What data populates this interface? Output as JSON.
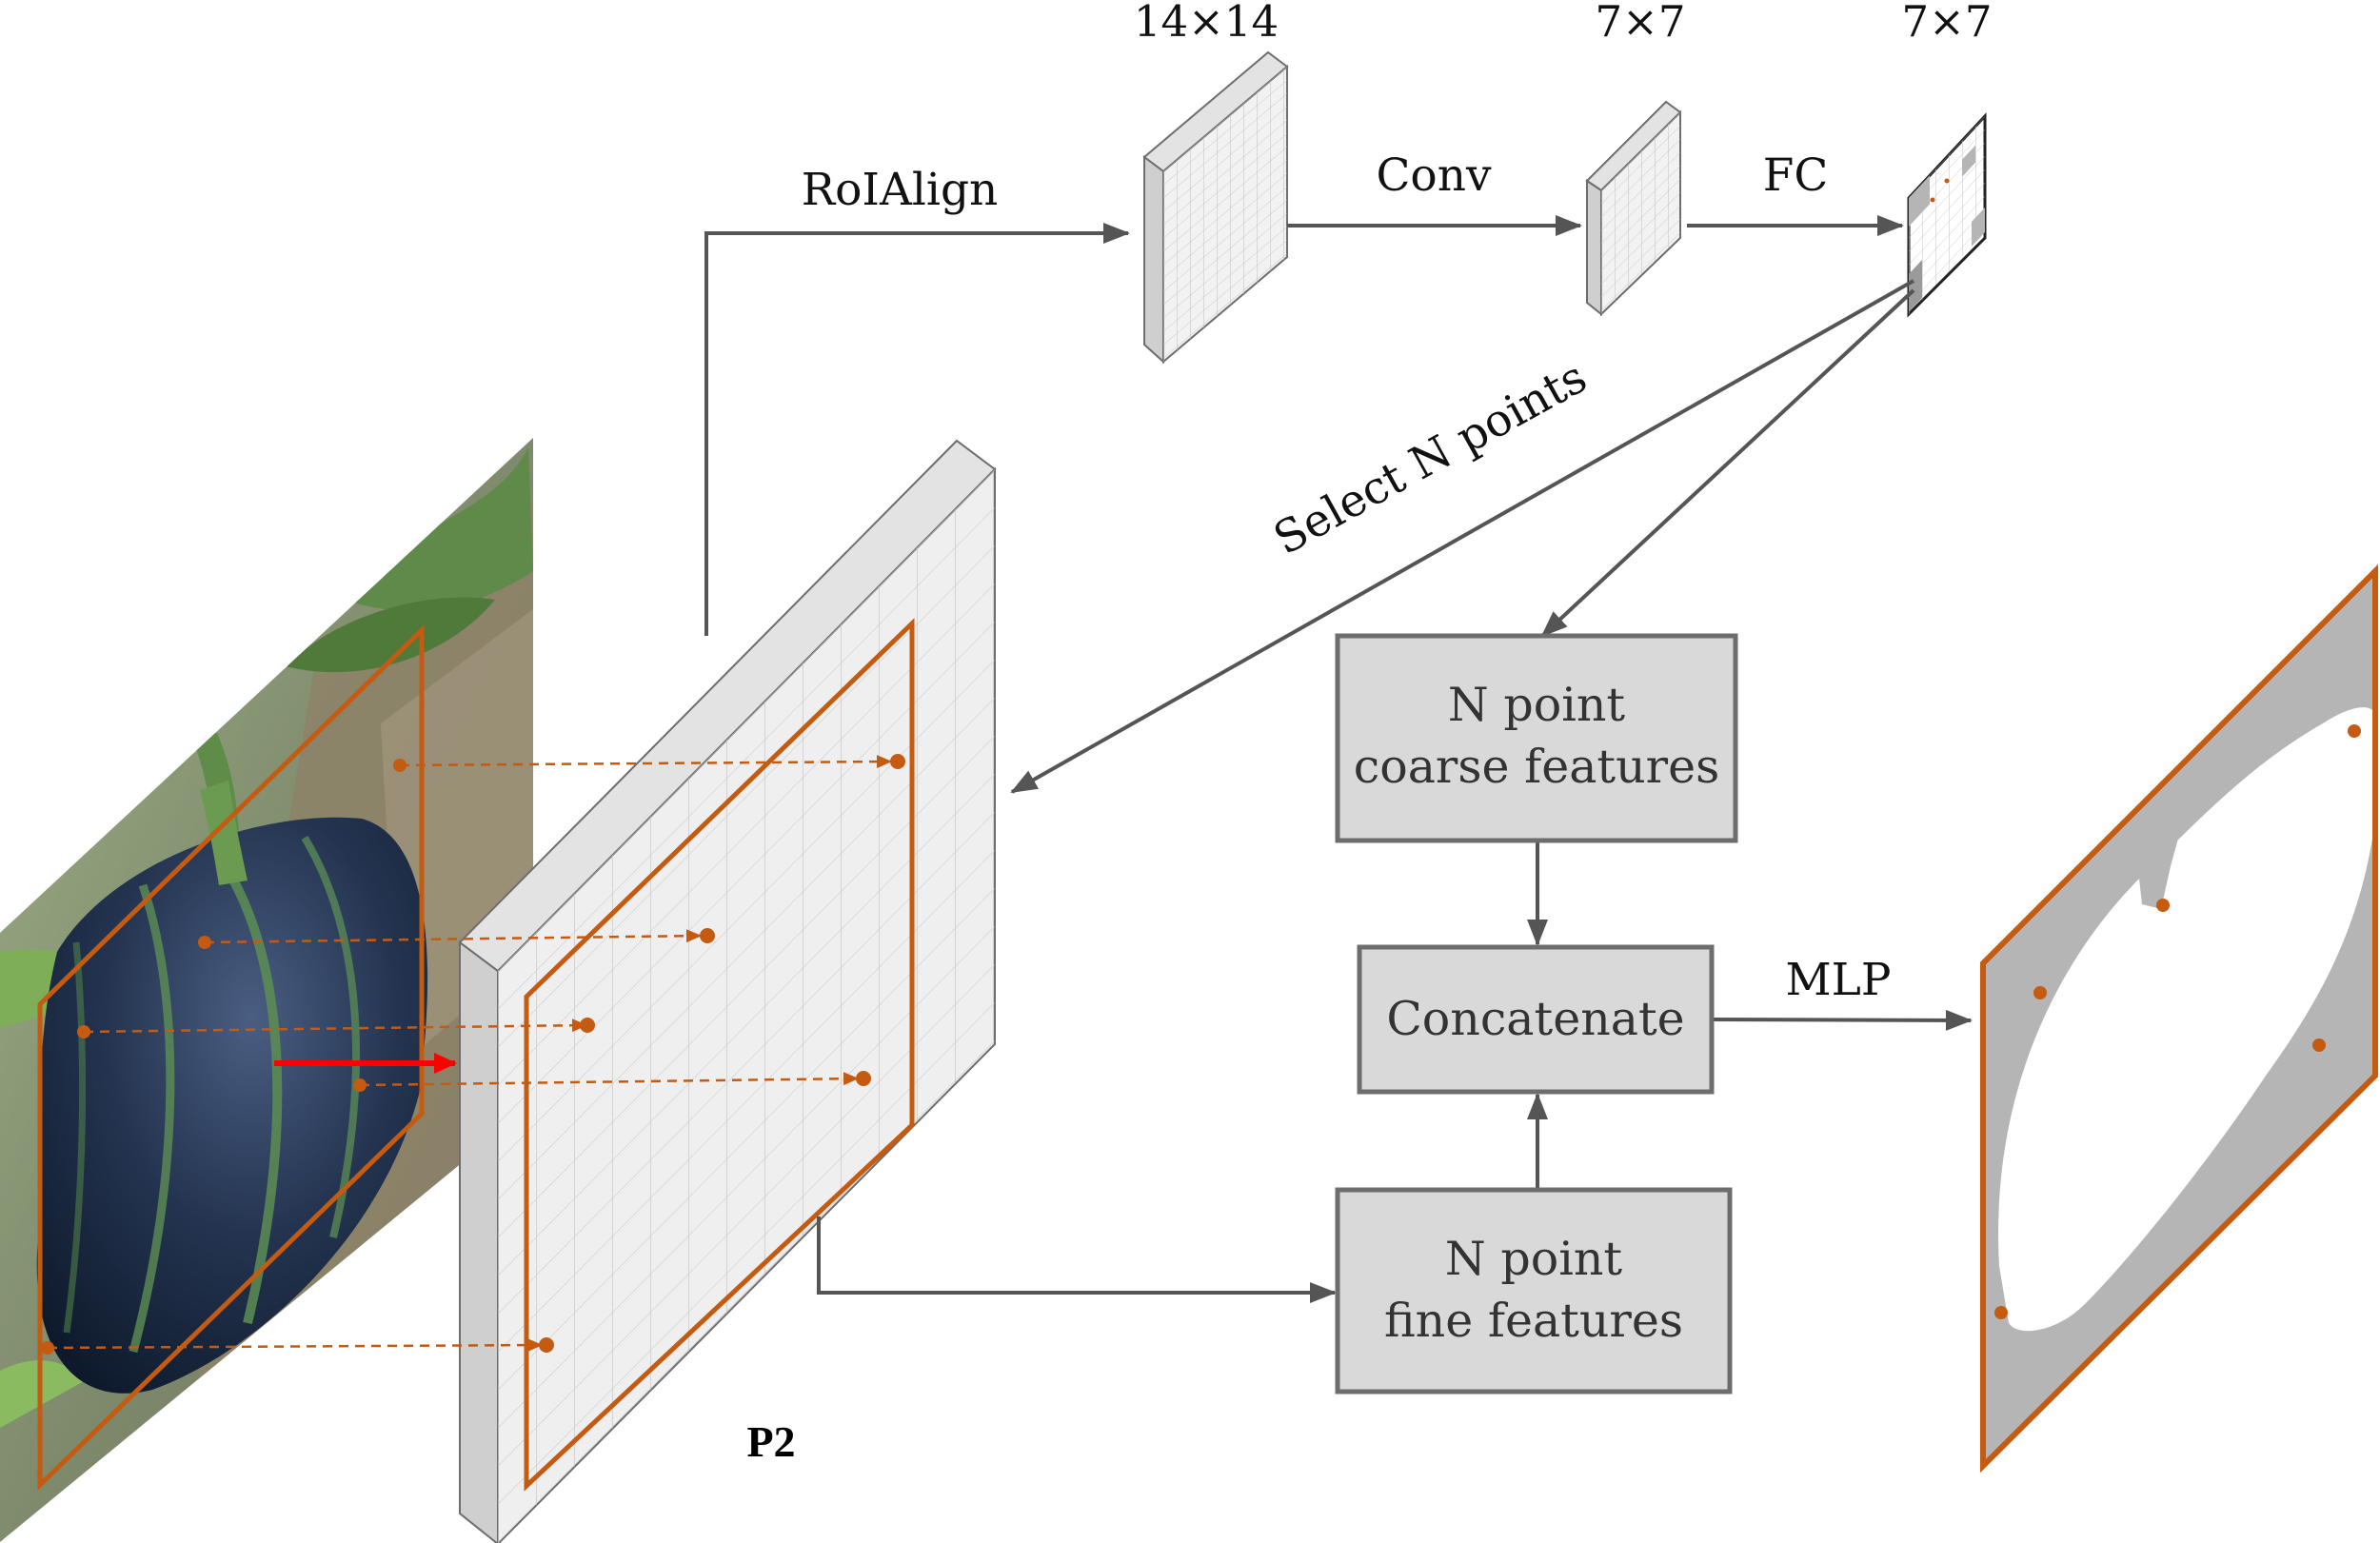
{
  "labels": {
    "size_14": "14×14",
    "size_7a": "7×7",
    "size_7b": "7×7",
    "roialign": "RoIAlign",
    "conv": "Conv",
    "fc": "FC",
    "select": "Select N points",
    "mlp": "MLP",
    "p2": "P2"
  },
  "boxes": {
    "coarse": [
      "N point",
      "coarse features"
    ],
    "concat": [
      "Concatenate"
    ],
    "fine": [
      "N point",
      "fine features"
    ]
  },
  "colors": {
    "arrow": "#555555",
    "accent": "#c55a11",
    "highlight": "#ff0000",
    "box_fill": "#d9d9d9",
    "box_border": "#6d6d6d"
  }
}
